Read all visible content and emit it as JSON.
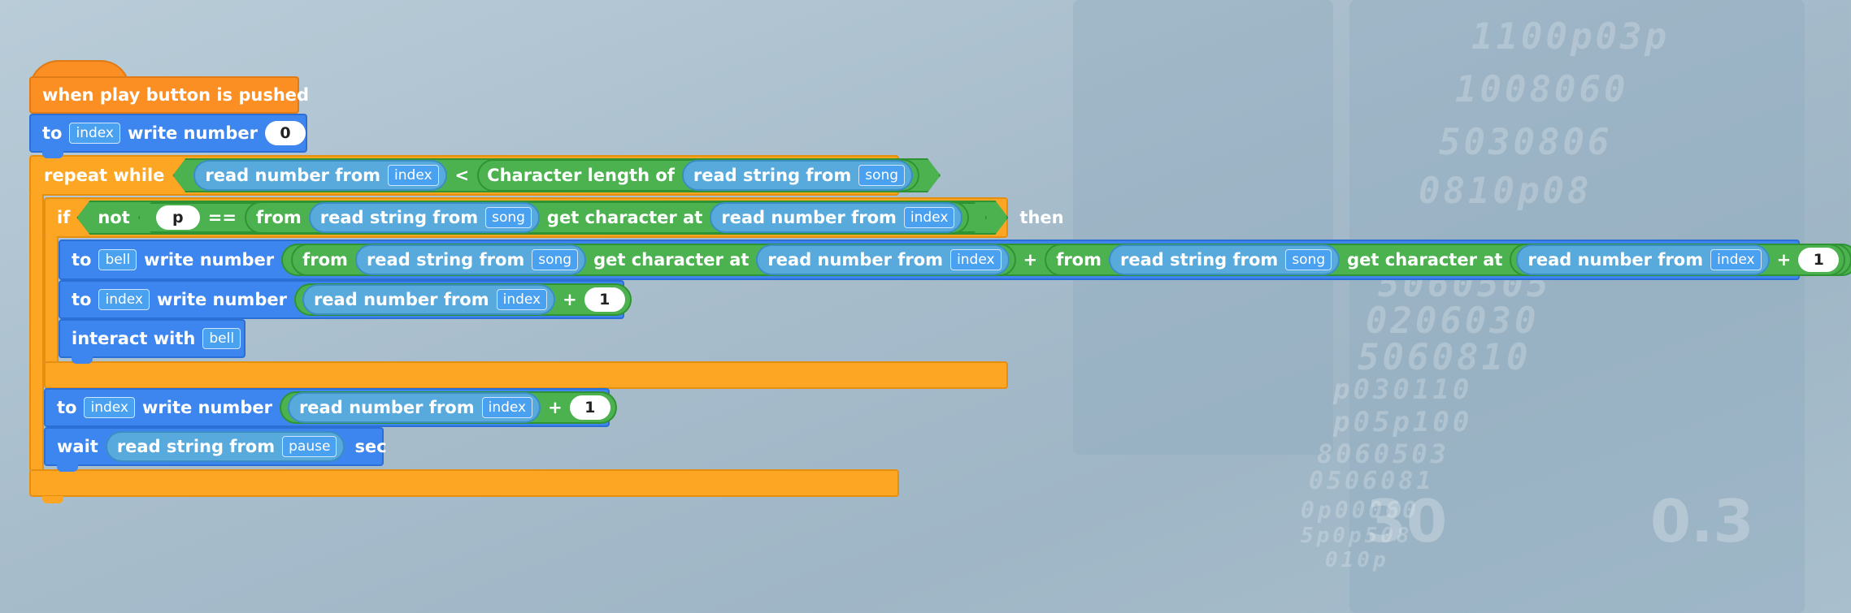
{
  "background": {
    "numbers": [
      "1100p03p",
      "1008060",
      "5030806",
      "0810p08",
      "5060505",
      "0206030",
      "5060810",
      "p030110",
      "p05p100",
      "8060503",
      "0506081",
      "0p00060",
      "5p0p508",
      "010p"
    ],
    "big_number": "30",
    "big_decimal": "0.3"
  },
  "colors": {
    "event": "#fb8f23",
    "action": "#3d86f0",
    "control": "#fda624",
    "operator": "#4bb24f",
    "reporter": "#58aadd"
  },
  "script": {
    "event": {
      "label": "when play button is pushed"
    },
    "set_index_0": {
      "to": "to",
      "variable": "index",
      "action": "write number",
      "value": "0"
    },
    "repeat": {
      "label": "repeat while",
      "read": "read number from",
      "read_var": "index",
      "op": "<",
      "length": "Character length of",
      "read2": "read string from",
      "read2_var": "song"
    },
    "if_block": {
      "label": "if",
      "not": "not",
      "value": "p",
      "op": "==",
      "from": "from",
      "read": "read string from",
      "read_var": "song",
      "get_char": "get character at",
      "read_num": "read number from",
      "read_num_var": "index",
      "then": "then"
    },
    "set_bell": {
      "to": "to",
      "variable": "bell",
      "action": "write number",
      "from1": "from",
      "read1": "read string from",
      "read1_var": "song",
      "get1": "get character at",
      "num1": "read number from",
      "num1_var": "index",
      "plus": "+",
      "from2": "from",
      "read2": "read string from",
      "read2_var": "song",
      "get2": "get character at",
      "num2": "read number from",
      "num2_var": "index",
      "plus2": "+",
      "one": "1"
    },
    "inc_inner": {
      "to": "to",
      "variable": "index",
      "action": "write number",
      "read": "read number from",
      "read_var": "index",
      "plus": "+",
      "one": "1"
    },
    "interact": {
      "label": "interact with",
      "target": "bell"
    },
    "inc_outer": {
      "to": "to",
      "variable": "index",
      "action": "write number",
      "read": "read number from",
      "read_var": "index",
      "plus": "+",
      "one": "1"
    },
    "wait": {
      "label": "wait",
      "read": "read string from",
      "read_var": "pause",
      "unit": "sec"
    }
  }
}
